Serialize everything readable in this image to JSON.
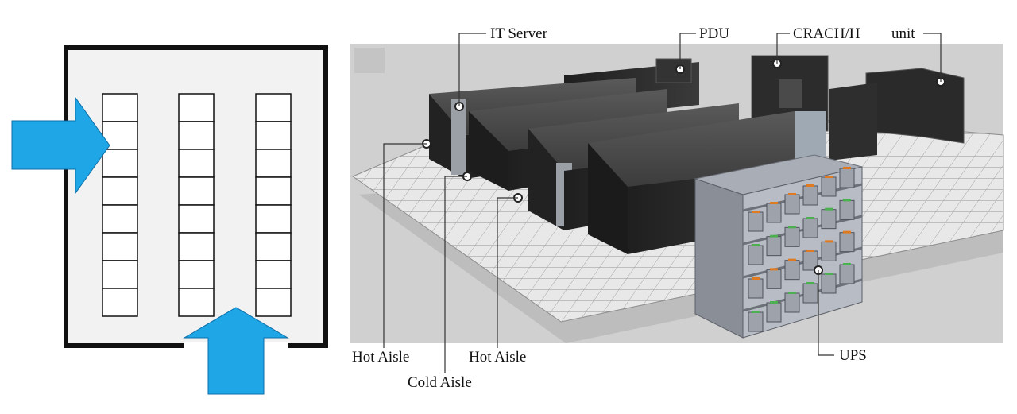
{
  "left_panel": {
    "rack_columns": 3,
    "rack_cells_per_column": 8,
    "colors": {
      "airflow_arrow": "#1ea6e6",
      "room_border": "#111111",
      "room_fill": "#f2f2f2"
    }
  },
  "right_panel": {
    "labels": {
      "it_server": "IT Server",
      "pdu": "PDU",
      "crach": "CRACH/H",
      "unit": "unit",
      "hot_aisle_left": "Hot Aisle",
      "cold_aisle": "Cold Aisle",
      "hot_aisle_right": "Hot Aisle",
      "ups": "UPS"
    },
    "colors": {
      "background": "#cfcfcf",
      "floor": "#e6e6e6",
      "cabinet": "#2e2e2e",
      "ups_frame": "#b8bcc4"
    }
  }
}
